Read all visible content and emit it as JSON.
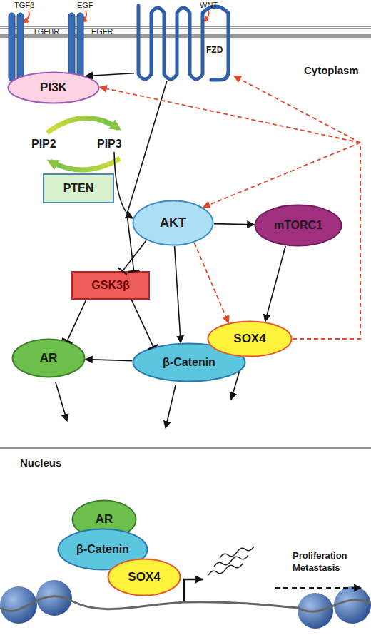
{
  "diagram": {
    "nodes": [
      {
        "text": [
          "TGFBR"
        ]
      },
      {
        "text": [
          "EGFR"
        ]
      },
      {
        "text": [
          "FZD"
        ]
      },
      {
        "text": [
          "PI3K"
        ]
      },
      {
        "text": [
          "PTEN"
        ]
      },
      {
        "text": [
          "AKT"
        ]
      },
      {
        "text": [
          "mTORC1"
        ]
      },
      {
        "text": [
          "GSK3β"
        ]
      },
      {
        "text": [
          "SOX4"
        ]
      },
      {
        "text": [
          "AR"
        ]
      },
      {
        "text": [
          "β-Catenin"
        ]
      },
      {
        "text": [
          "AR"
        ]
      },
      {
        "text": [
          "β-Catenin"
        ]
      },
      {
        "text": [
          "SOX4"
        ]
      }
    ],
    "edges": [
      {
        "from": 2,
        "to": 3,
        "arrow": "to"
      },
      {
        "from": 2,
        "to": 7,
        "arrow": "to"
      },
      {
        "from": 5,
        "to": 6,
        "arrow": "to"
      },
      {
        "from": 5,
        "to": 7,
        "arrow": "to"
      },
      {
        "from": 5,
        "to": 10,
        "arrow": "to"
      },
      {
        "from": 5,
        "to": 8,
        "arrow": "to"
      },
      {
        "from": 6,
        "to": 8,
        "arrow": "to"
      },
      {
        "from": 7,
        "to": 9,
        "arrow": "to"
      },
      {
        "from": 7,
        "to": 10,
        "arrow": "to"
      },
      {
        "from": 10,
        "to": 9,
        "arrow": "to"
      },
      {
        "from": 8,
        "to": 5,
        "arrow": "to"
      },
      {
        "from": 8,
        "to": 3,
        "arrow": "to"
      },
      {
        "from": 8,
        "to": 2,
        "arrow": "to"
      }
    ],
    "labels": [
      "TGFβ",
      "EGF",
      "WNT",
      "PIP2",
      "PIP3",
      "Cytoplasm",
      "Nucleus",
      "Proliferation Metastasis"
    ]
  }
}
